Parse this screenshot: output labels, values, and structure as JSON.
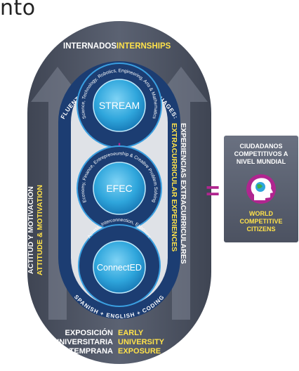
{
  "title_fragment": "nto",
  "top_label": {
    "es": "INTERNADOS",
    "en": "INTERNSHIPS"
  },
  "left_label": {
    "es": "ACTITUD Y MOTIVACIÓN",
    "en": "ATTITUDE & MOTIVATION"
  },
  "right_label": {
    "es": "EXPERIENCIAS EXTRACURRICULARES",
    "en": "EXTRACURRICULAR EXPERIENCES"
  },
  "bottom_label": {
    "es": [
      "EXPOSICIÓN",
      "UNIVERSITARIA",
      "TEMPRANA"
    ],
    "en": [
      "EARLY",
      "UNIVERSITY",
      "EXPOSURE"
    ]
  },
  "ring_top_text": "FLUENT IN WORLD CITIZEN LANGUAGES:",
  "ring_bottom_text": "SPANISH + ENGLISH + CODING",
  "circles": [
    {
      "label": "STREAM",
      "arc": "Science, Technology, Robotics, Engineering, Arts & Mathematics"
    },
    {
      "label": "EFEC",
      "arc": "Economy, Finance, Entrepreneurship & Creative Problem Solving"
    },
    {
      "label": "ConnectED",
      "arc": "Access, Interconnection, Exposure"
    }
  ],
  "plus_symbol": "+",
  "equals_symbol": "=",
  "result_box": {
    "es": [
      "CIUDADANOS",
      "COMPETITIVOS A",
      "NIVEL MUNDIAL"
    ],
    "en": [
      "WORLD",
      "COMPETITIVE",
      "CITIZENS"
    ]
  },
  "colors": {
    "panel_dark": "#4e5564",
    "panel_mid": "#6c7383",
    "pill_light": "#e9ebee",
    "ring_navy": "#1c3d72",
    "circle_blue": "#2fa6dc",
    "accent_yellow": "#ffe24a",
    "accent_magenta": "#b0258f",
    "text_white": "#ffffff"
  }
}
